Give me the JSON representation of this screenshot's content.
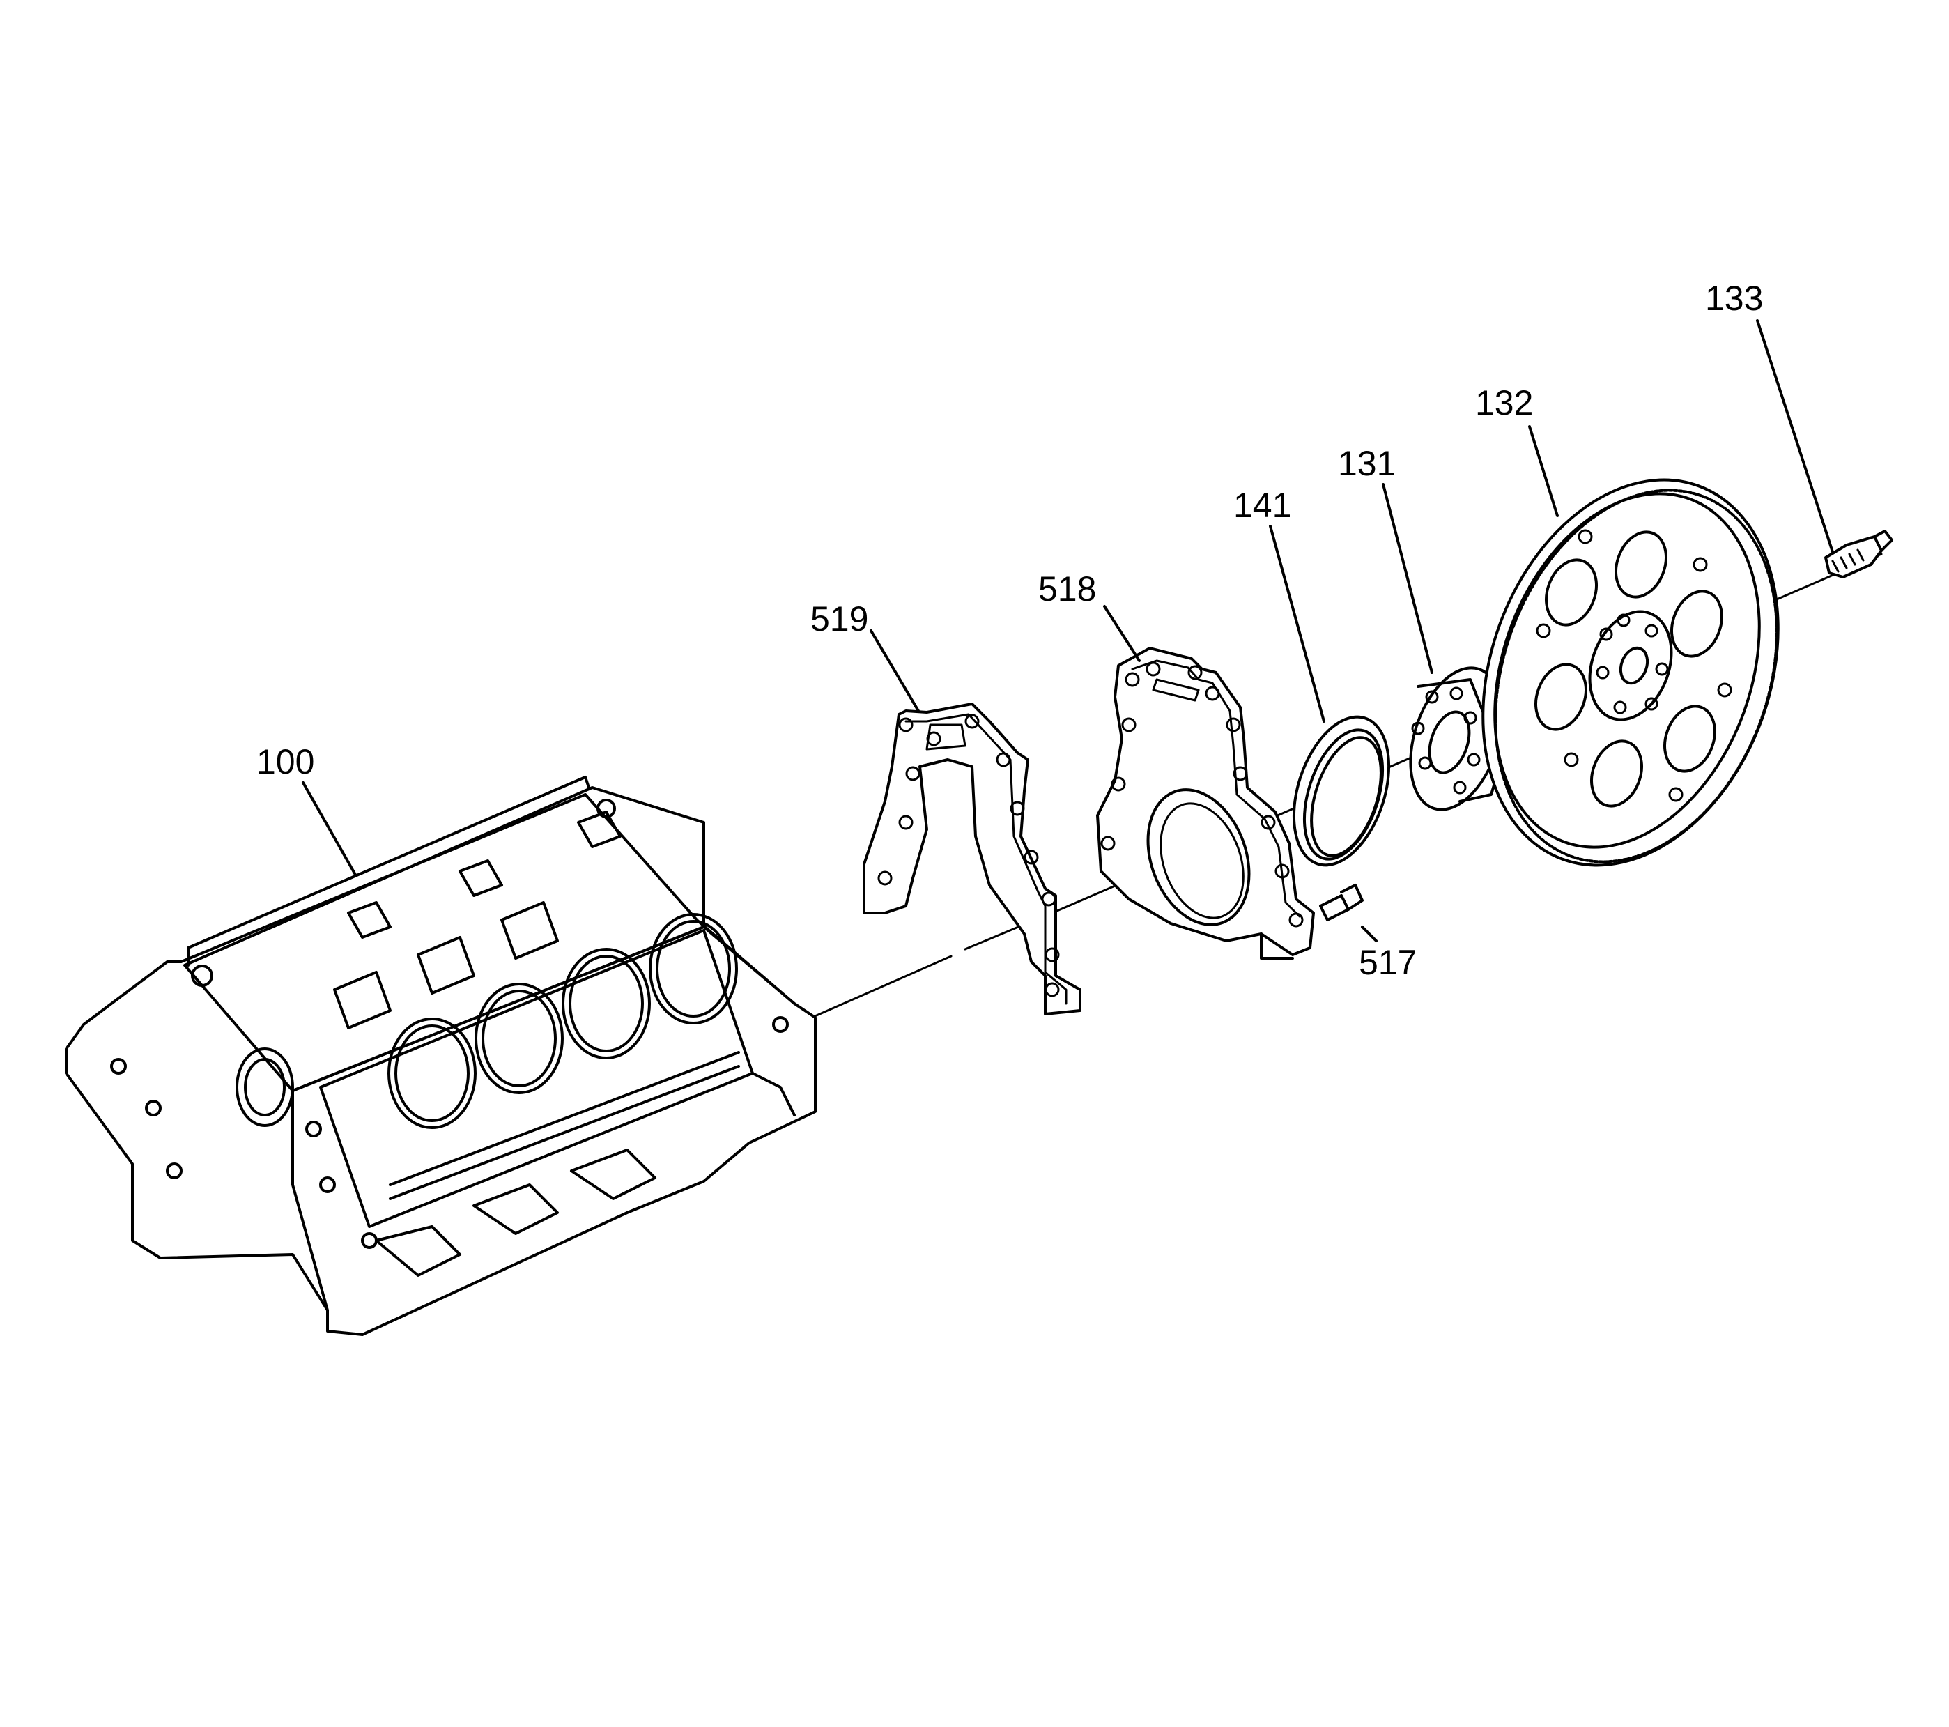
{
  "callouts": {
    "c100": "100",
    "c519": "519",
    "c518": "518",
    "c141": "141",
    "c131": "131",
    "c132": "132",
    "c133": "133",
    "c517": "517"
  },
  "colors": {
    "line": "#000000",
    "background": "#ffffff"
  }
}
